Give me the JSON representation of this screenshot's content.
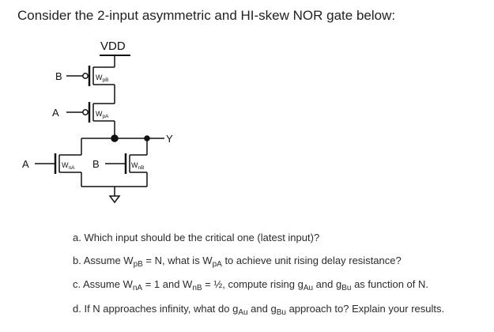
{
  "heading": "Consider the 2-input asymmetric and HI-skew NOR gate below:",
  "circuit": {
    "vdd": "VDD",
    "output": "Y",
    "inputs": {
      "pmos_top": "B",
      "pmos_bottom": "A",
      "nmos_left": "A",
      "nmos_right": "B"
    },
    "transistors": {
      "pB": {
        "base": "W",
        "sub": "pB"
      },
      "pA": {
        "base": "W",
        "sub": "pA"
      },
      "nA": {
        "base": "W",
        "sub": "nA"
      },
      "nB": {
        "base": "W",
        "sub": "nB"
      }
    }
  },
  "questions": {
    "a": {
      "text": "a. Which input should be the critical one (latest input)?"
    },
    "b": {
      "pre": "b. Assume W",
      "sub1": "pB",
      "mid1": " = N, what is W",
      "sub2": "pA",
      "post": " to achieve unit rising delay resistance?"
    },
    "c": {
      "pre": "c. Assume W",
      "sub1": "nA",
      "mid1": " = 1 and W",
      "sub2": "nB",
      "mid2": " = ½, compute rising g",
      "sub3": "Au",
      "mid3": " and g",
      "sub4": "Bu",
      "post": " as function of N."
    },
    "d": {
      "pre": "d. If N approaches infinity, what do g",
      "sub1": "Au",
      "mid1": " and g",
      "sub2": "Bu",
      "post": " approach to? Explain your results."
    }
  }
}
